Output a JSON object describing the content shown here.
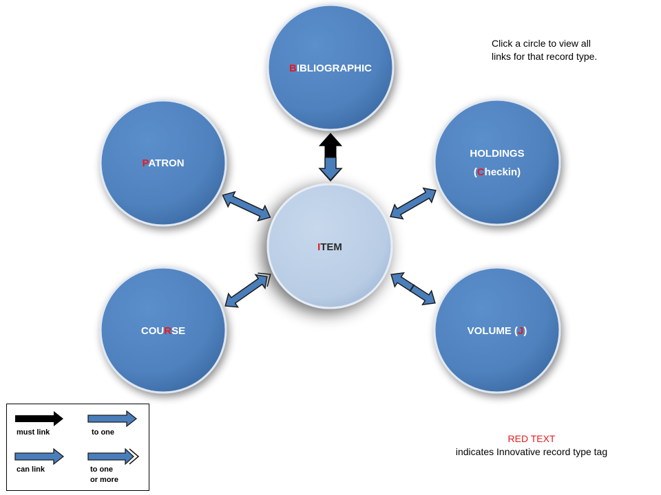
{
  "nodes": {
    "bibliographic": {
      "tag": "B",
      "rest": "IBLIOGRAPHIC"
    },
    "patron": {
      "tag": "P",
      "rest": "ATRON"
    },
    "holdings": {
      "line1": "HOLDINGS",
      "open": "(",
      "tag": "C",
      "rest": "heckin)"
    },
    "item": {
      "tag": "I",
      "rest": "TEM"
    },
    "course": {
      "pre": "COU",
      "tag": "R",
      "post": "SE"
    },
    "volume": {
      "pre": "VOLUME (",
      "tag": "J",
      "post": ")"
    }
  },
  "instruction": {
    "line1": "Click a circle to view all",
    "line2": "links for that record type."
  },
  "note": {
    "red_text": "RED TEXT",
    "description": "indicates Innovative record type tag"
  },
  "legend": {
    "must_link": "must link",
    "can_link": "can link",
    "to_one": "to one",
    "to_one_or_more_1": "to one",
    "to_one_or_more_2": "or more"
  },
  "colors": {
    "node_fill": "#4f81bd",
    "item_fill": "#b8cce4",
    "arrow_fill": "#4a7ebb",
    "tag_red": "#e8191c"
  }
}
